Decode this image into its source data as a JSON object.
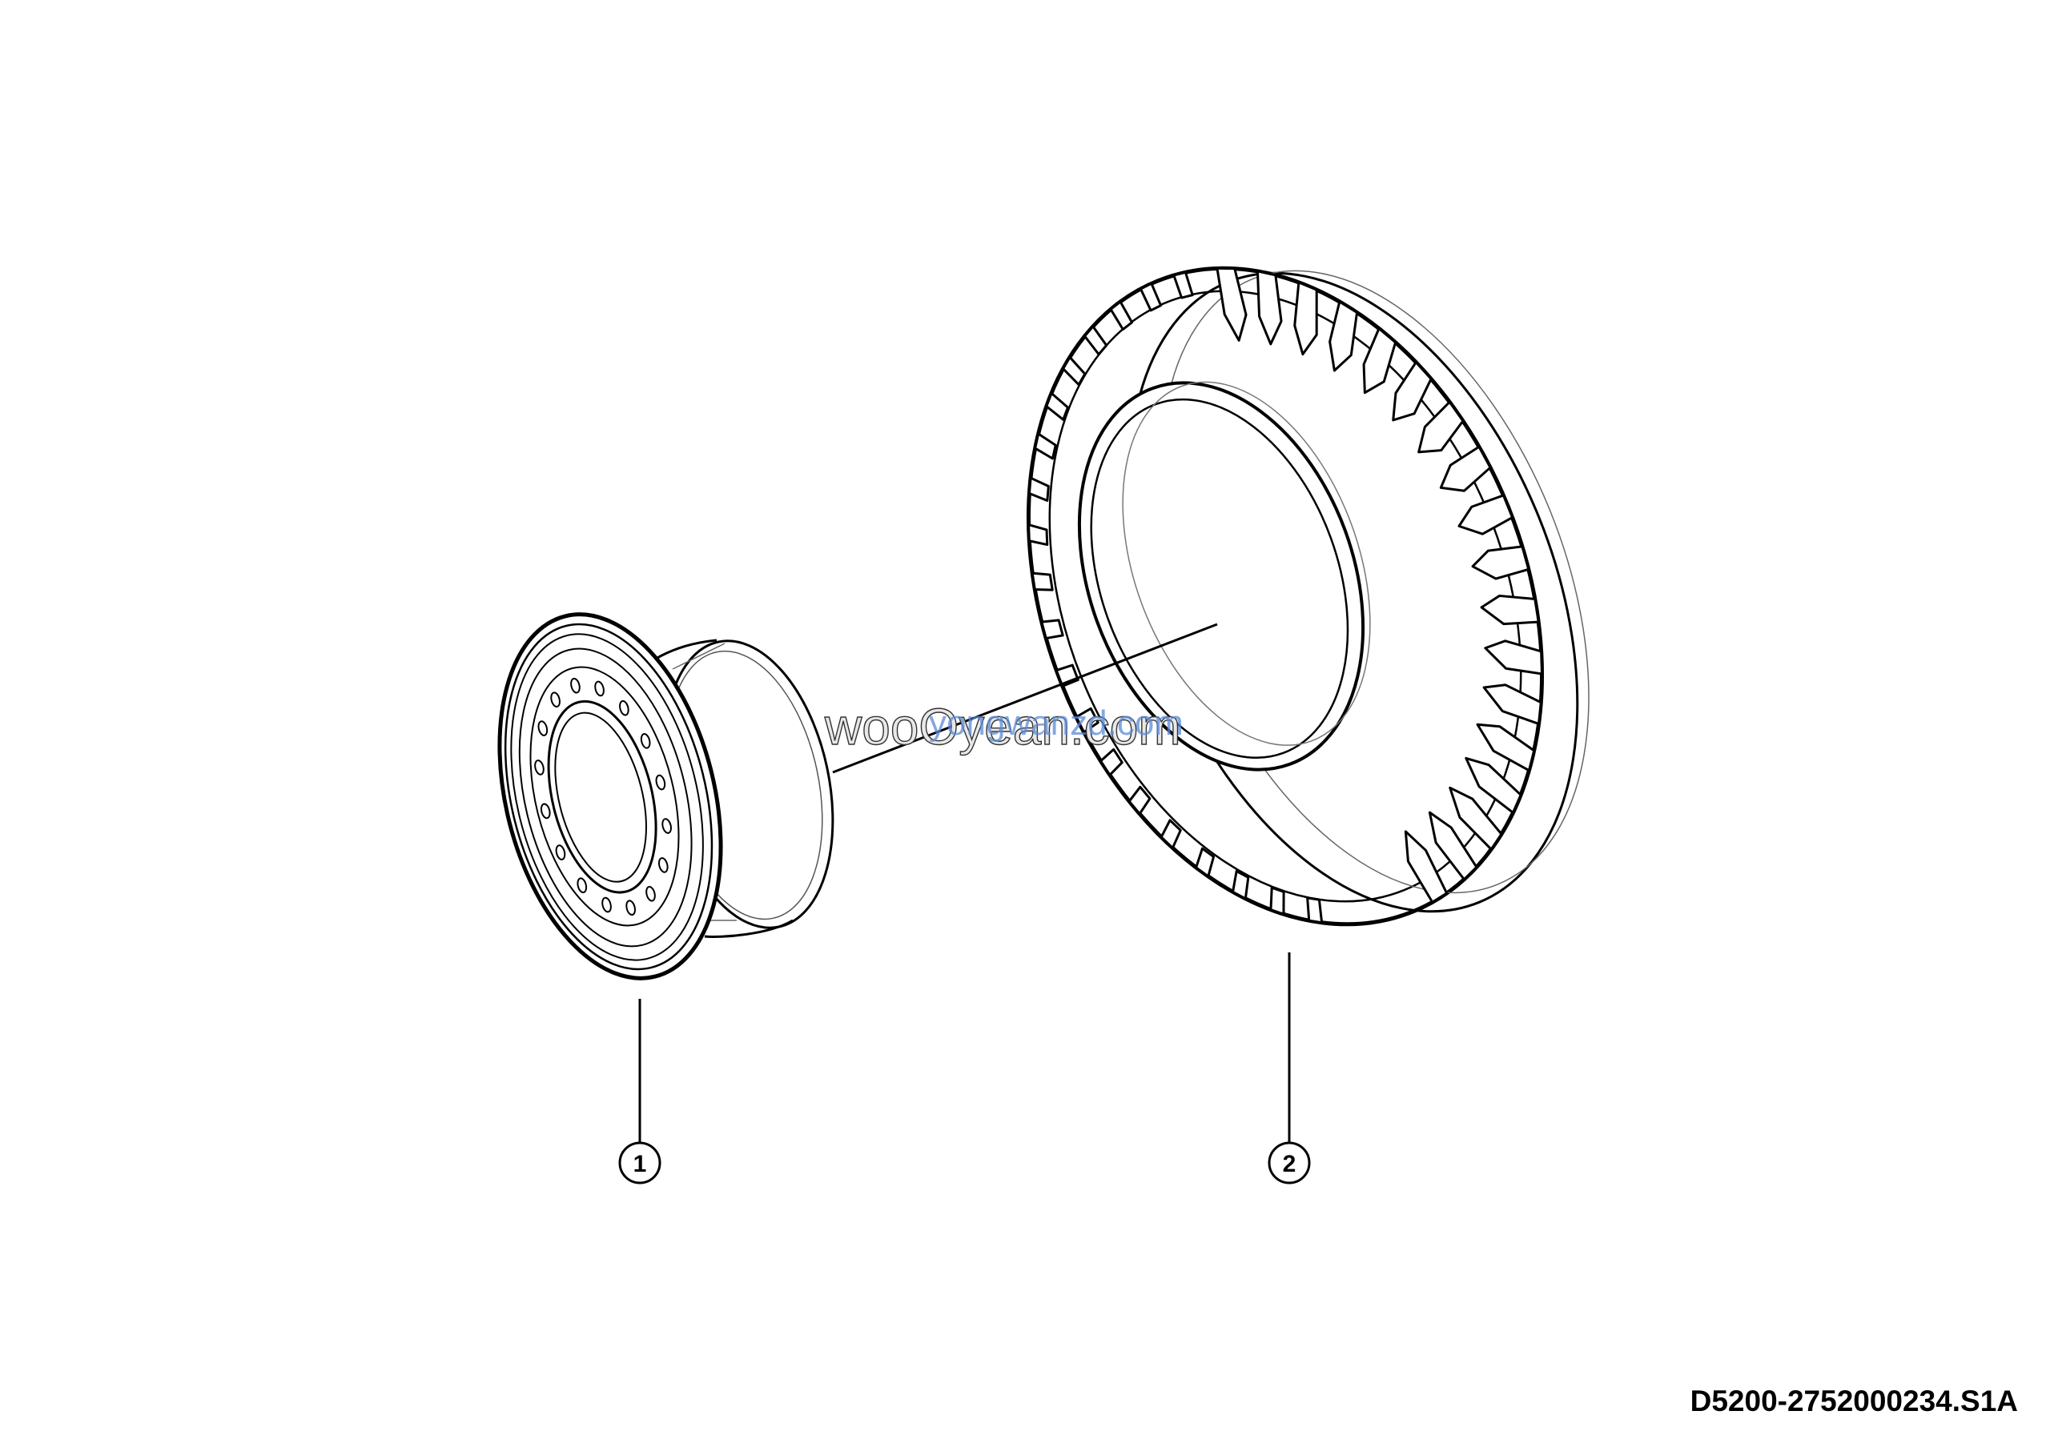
{
  "callouts": [
    {
      "number": "1",
      "part": "rim"
    },
    {
      "number": "2",
      "part": "tire"
    }
  ],
  "watermark": {
    "primary": "wooOyean.com",
    "secondary": "yongwanzd.com"
  },
  "drawing_code": "D5200-2752000234.S1A",
  "colors": {
    "line": "#000000",
    "background": "#ffffff",
    "watermark_blue": "#5b8ad8"
  }
}
